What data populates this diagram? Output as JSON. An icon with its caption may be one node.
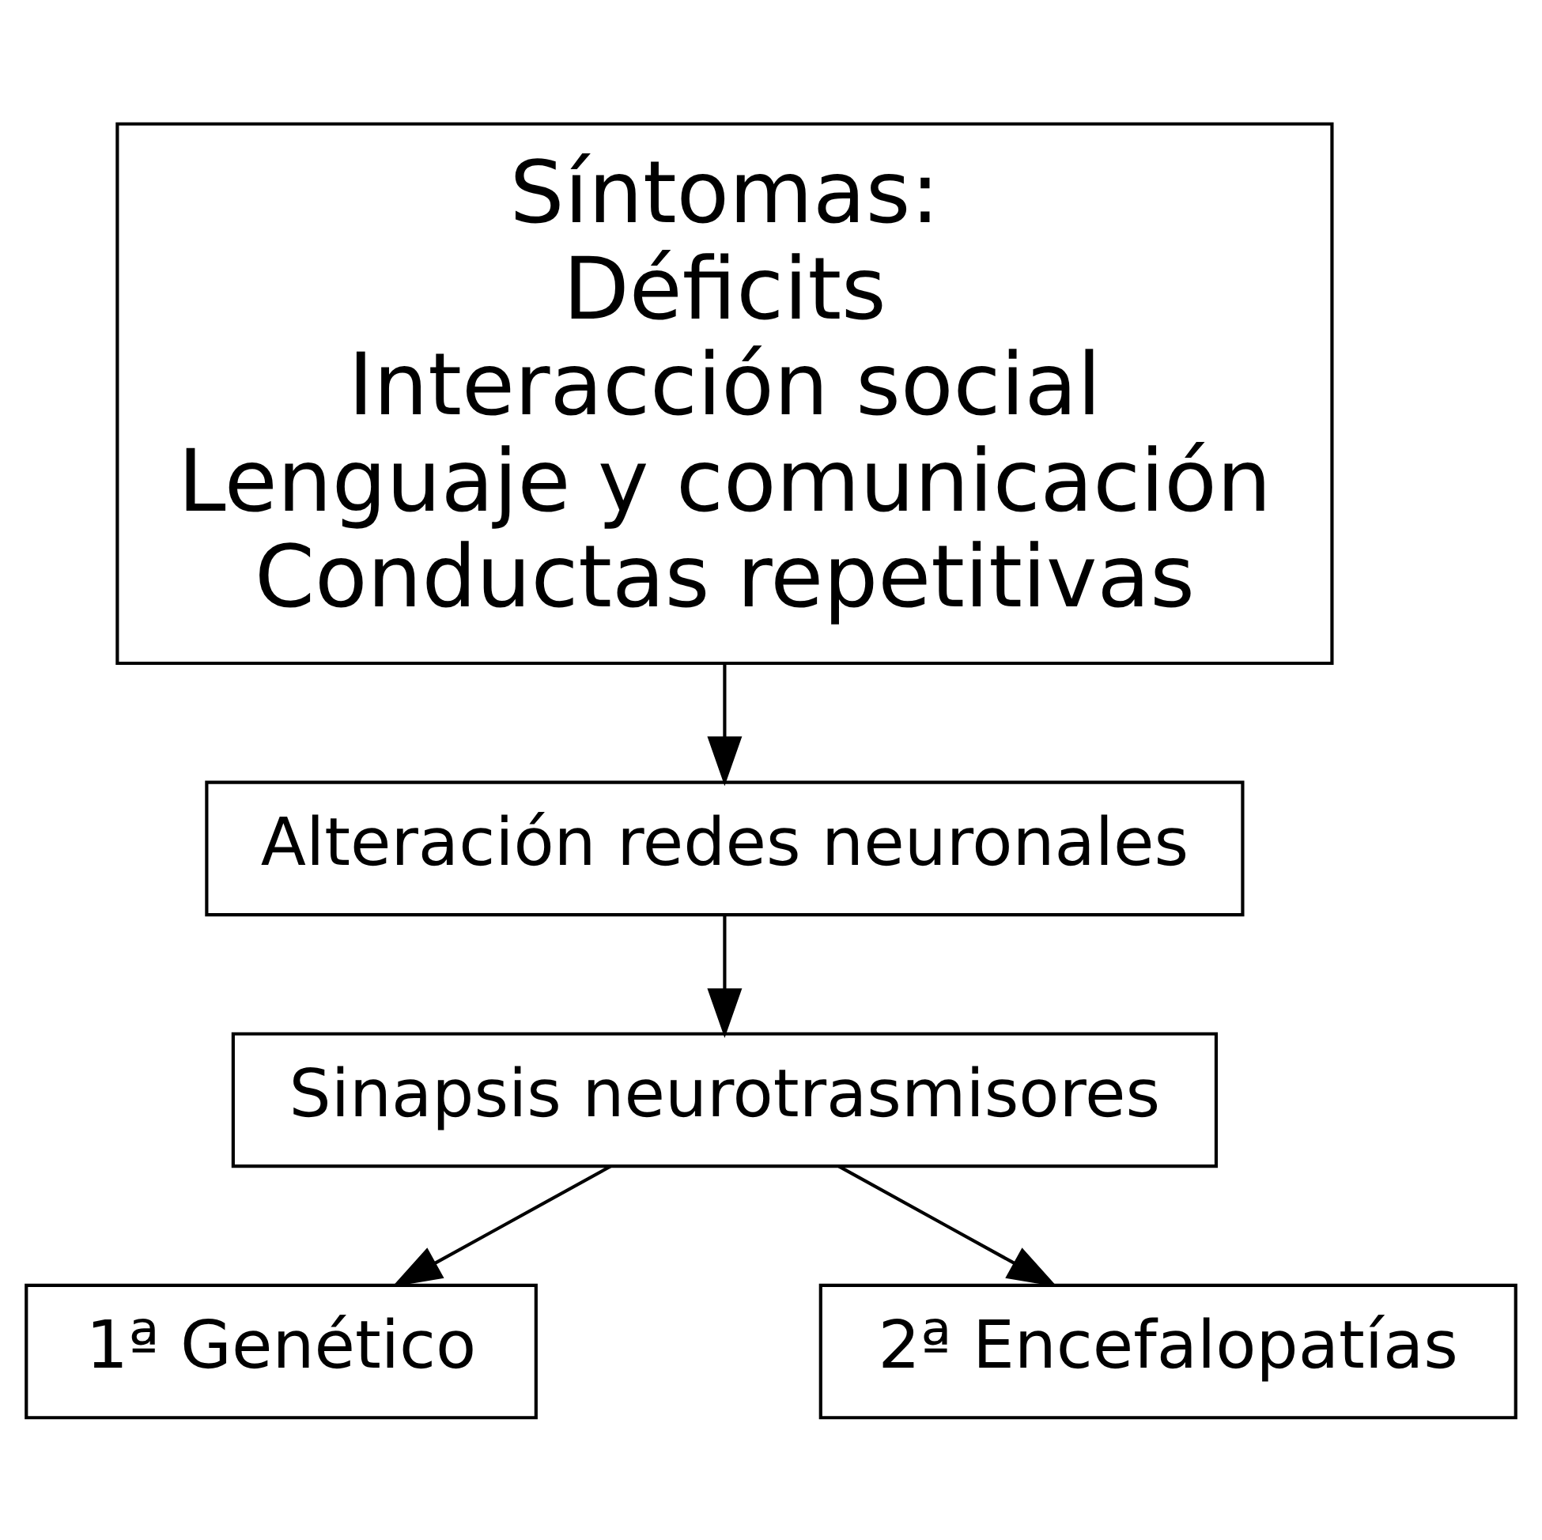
{
  "diagram": {
    "nodes": [
      {
        "text": [
          "Síntomas:",
          "Déficits",
          "Interacción social",
          "Lenguaje y comunicación",
          "Conductas repetitivas"
        ]
      },
      {
        "text": [
          "Alteración redes neuronales"
        ]
      },
      {
        "text": [
          "Sinapsis neurotrasmisores"
        ]
      },
      {
        "text": [
          "1ª Genético"
        ]
      },
      {
        "text": [
          "2ª Encefalopatías"
        ]
      }
    ],
    "edges": [
      {
        "from": 0,
        "to": 1,
        "arrow": "to"
      },
      {
        "from": 1,
        "to": 2,
        "arrow": "to"
      },
      {
        "from": 2,
        "to": 3,
        "arrow": "to"
      },
      {
        "from": 2,
        "to": 4,
        "arrow": "to"
      }
    ]
  }
}
